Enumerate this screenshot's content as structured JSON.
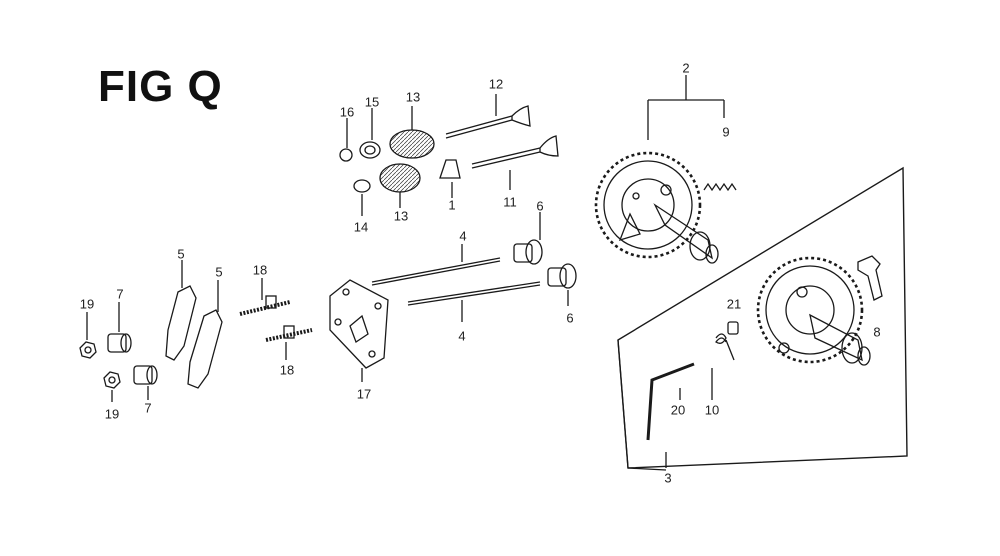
{
  "figure": {
    "title": "FIG Q"
  },
  "callouts": {
    "c1": "1",
    "c2": "2",
    "c3": "3",
    "c4a": "4",
    "c4b": "4",
    "c5a": "5",
    "c5b": "5",
    "c6a": "6",
    "c6b": "6",
    "c7a": "7",
    "c7b": "7",
    "c8": "8",
    "c9": "9",
    "c10": "10",
    "c11": "11",
    "c12": "12",
    "c13a": "13",
    "c13b": "13",
    "c14": "14",
    "c15": "15",
    "c16": "16",
    "c17": "17",
    "c18a": "18",
    "c18b": "18",
    "c19a": "19",
    "c19b": "19",
    "c20": "20",
    "c21": "21"
  },
  "colors": {
    "ink": "#1a1a1a",
    "background": "#ffffff"
  }
}
